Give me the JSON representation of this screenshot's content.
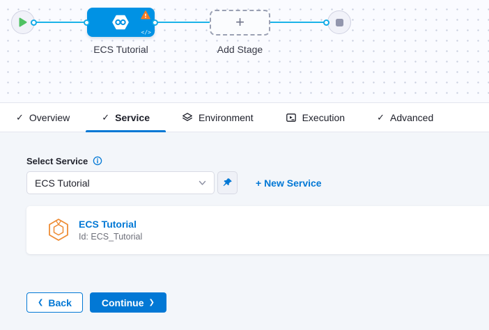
{
  "graph": {
    "stage_node": {
      "label": "ECS Tutorial",
      "code_glyph": "</>"
    },
    "add_stage": {
      "label": "Add Stage",
      "plus_glyph": "+"
    }
  },
  "tabs": {
    "check_glyph": "✓",
    "items": [
      {
        "label": "Overview",
        "icon": "check-icon",
        "active": false
      },
      {
        "label": "Service",
        "icon": "check-icon",
        "active": true
      },
      {
        "label": "Environment",
        "icon": "environment-layers-icon",
        "active": false
      },
      {
        "label": "Execution",
        "icon": "execution-play-icon",
        "active": false
      },
      {
        "label": "Advanced",
        "icon": "check-icon",
        "active": false
      }
    ]
  },
  "service_panel": {
    "select_label": "Select Service",
    "select_value": "ECS Tutorial",
    "new_service_link": "+ New Service",
    "card": {
      "title": "ECS Tutorial",
      "id": "Id: ECS_Tutorial"
    }
  },
  "footer": {
    "back_label": "Back",
    "continue_label": "Continue",
    "back_chevron": "❮",
    "continue_chevron": "❯"
  },
  "colors": {
    "primary_blue": "#0278d5",
    "stage_node_blue": "#0092e4",
    "connector_cyan": "#1ab2e8",
    "warning_orange": "#f97b20",
    "service_icon_orange": "#ee8c35",
    "play_green": "#4fc162",
    "content_background": "#f3f6fa"
  }
}
